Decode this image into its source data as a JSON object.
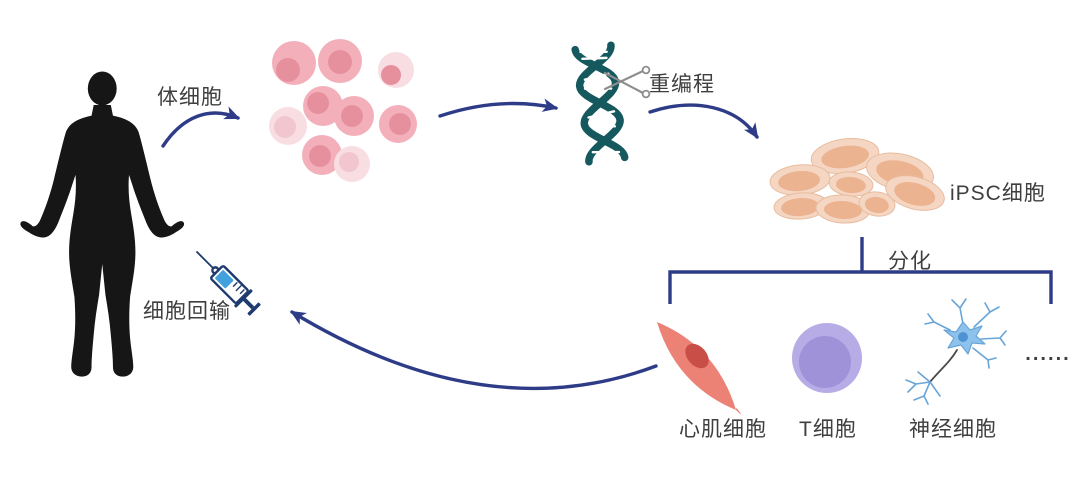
{
  "labels": {
    "somatic_cells": "体细胞",
    "reprogramming": "重编程",
    "ipsc_cells": "iPSC细胞",
    "differentiation": "分化",
    "cardiomyocyte": "心肌细胞",
    "t_cell": "T细胞",
    "neuron": "神经细胞",
    "cell_reinfusion": "细胞回输",
    "more_cell_types_dots": "......"
  },
  "icons": [
    "human-silhouette",
    "somatic-cell-cluster",
    "dna-helix-icon",
    "scissors-icon",
    "ipsc-cell-cluster",
    "cardiomyocyte-cell",
    "t-cell",
    "neuron-cell",
    "syringe-icon",
    "curved-arrows",
    "differentiation-branch"
  ],
  "colors": {
    "arrow": "#2e3c88",
    "text": "#3f3f3f",
    "silhouette": "#161616",
    "pink-body": "#f3b0bb",
    "pink-nucleus": "#e6909e",
    "pink-pale-body": "#f8dee3",
    "pink-pale-nucleus": "#f1c6cf",
    "ipsc-outer": "#f5d6c2",
    "ipsc-inner": "#ecb391",
    "ipsc-edge": "#e7bc9f",
    "dna": "#15595e",
    "scissors": "#8d8d8d",
    "cardio-body": "#ec8176",
    "cardio-nucleus": "#c94e47",
    "tcell-outer": "#b7ace6",
    "tcell-inner": "#a092d8",
    "neuron-blue": "#6aa5d8",
    "neuron-soma": "#8cc2ec",
    "neuron-core": "#4f92d4",
    "neuron-axon": "#4a4a4a",
    "syringe": "#1e3a6e",
    "syringe-liquid": "#42a0dc"
  }
}
